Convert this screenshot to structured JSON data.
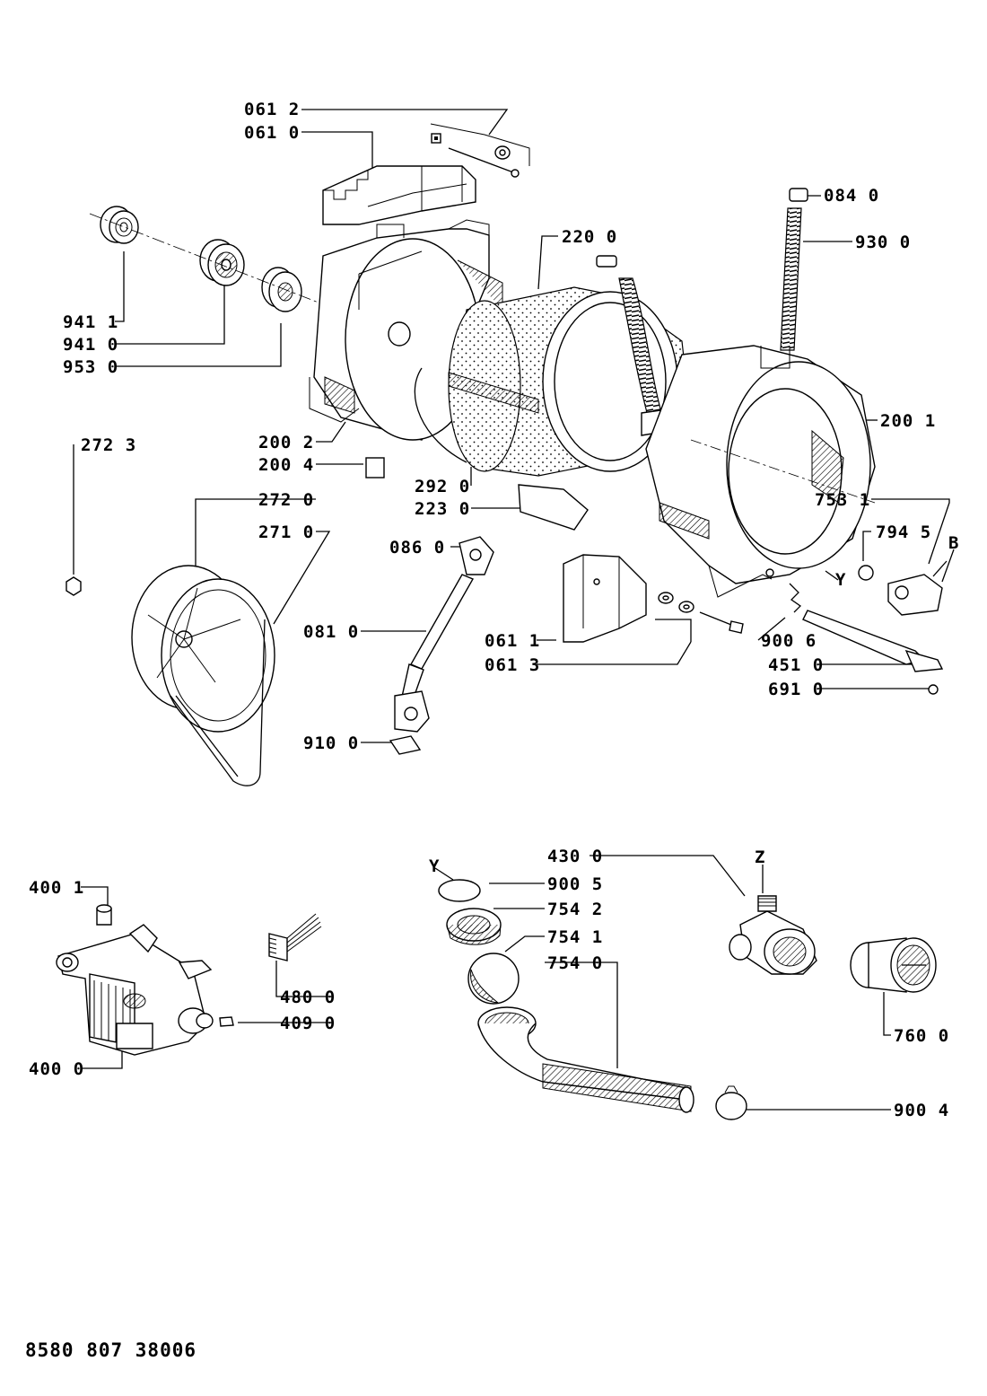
{
  "document_number": "8580 807 38006",
  "callouts": {
    "p061_2": "061 2",
    "p061_0": "061 0",
    "p084_0": "084 0",
    "p220_0": "220 0",
    "p930_0": "930 0",
    "p941_1": "941 1",
    "p941_0": "941 0",
    "p953_0": "953 0",
    "p200_1": "200 1",
    "p272_3": "272 3",
    "p200_2": "200 2",
    "p200_4": "200 4",
    "p292_0": "292 0",
    "p272_0": "272 0",
    "p223_0": "223 0",
    "p753_1": "753 1",
    "p271_0": "271 0",
    "p794_5": "794 5",
    "p086_0": "086 0",
    "pB": "B",
    "pY1": "Y",
    "p081_0": "081 0",
    "p061_1": "061 1",
    "p900_6": "900 6",
    "p061_3": "061 3",
    "p451_0": "451 0",
    "p691_0": "691 0",
    "p910_0": "910 0",
    "p430_0": "430 0",
    "pZ": "Z",
    "pY2": "Y",
    "p900_5": "900 5",
    "p400_1": "400 1",
    "p754_2": "754 2",
    "p754_1": "754 1",
    "p754_0": "754 0",
    "p480_0": "480 0",
    "p409_0": "409 0",
    "p760_0": "760 0",
    "p400_0": "400 0",
    "p900_4": "900 4"
  }
}
